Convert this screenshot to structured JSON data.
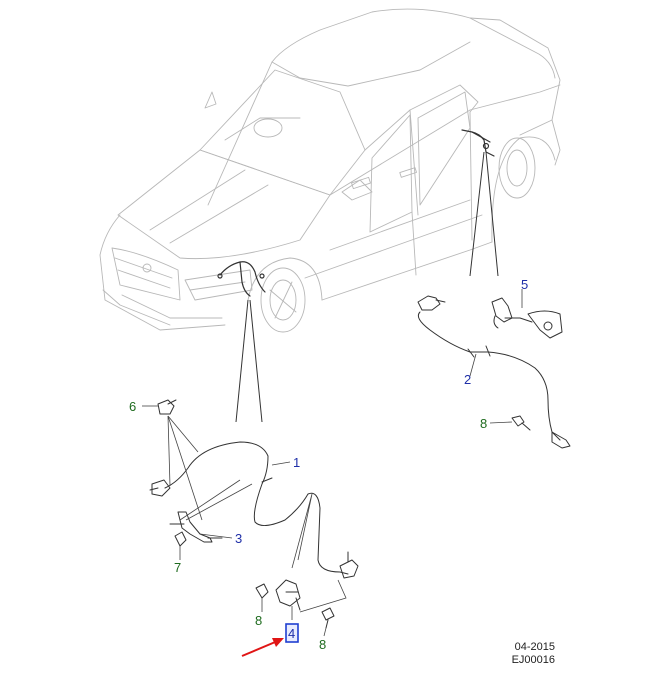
{
  "callouts": {
    "c1": "1",
    "c2": "2",
    "c3": "3",
    "c4": "4",
    "c5": "5",
    "c6": "6",
    "c7": "7",
    "c8a": "8",
    "c8b": "8",
    "c8c": "8"
  },
  "colors": {
    "line": "#555555",
    "light_line": "#b8b8b8",
    "callout_blue": "#1f2fa8",
    "callout_green": "#1e6b1e",
    "highlight_box": "#1f3fd0",
    "arrow_red": "#e01515"
  },
  "footer": {
    "date": "04-2015",
    "code": "EJ00016"
  }
}
